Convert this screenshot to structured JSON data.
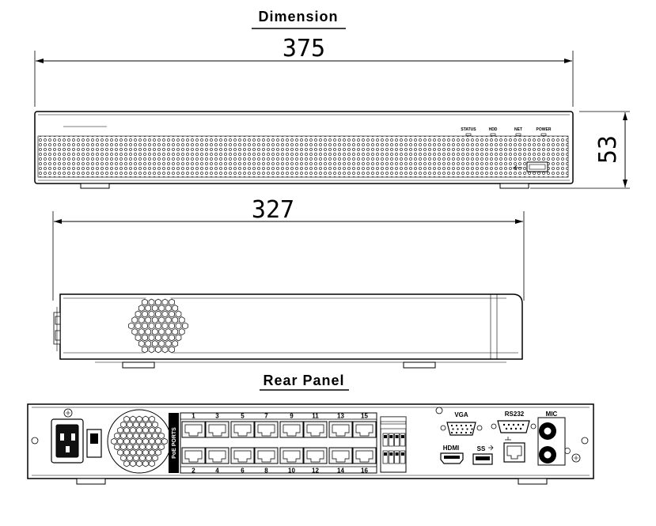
{
  "titles": {
    "dimension": "Dimension",
    "rear_panel": "Rear Panel"
  },
  "dimensions": {
    "width": "375",
    "height": "53",
    "depth": "327"
  },
  "front_panel": {
    "leds": [
      "STATUS",
      "HDD",
      "NET",
      "POWER"
    ]
  },
  "rear_panel": {
    "poe_label": "PoE PORTS",
    "top_port_numbers": [
      "1",
      "3",
      "5",
      "7",
      "9",
      "11",
      "13",
      "15"
    ],
    "bottom_port_numbers": [
      "2",
      "4",
      "6",
      "8",
      "10",
      "12",
      "14",
      "16"
    ],
    "vga_label": "VGA",
    "hdmi_label": "HDMI",
    "rs232_label": "RS232",
    "mic_label": "MIC",
    "usb_label": "SS"
  },
  "colors": {
    "line": "#000000",
    "background": "#ffffff",
    "port_fill": "#f2f2f2"
  }
}
